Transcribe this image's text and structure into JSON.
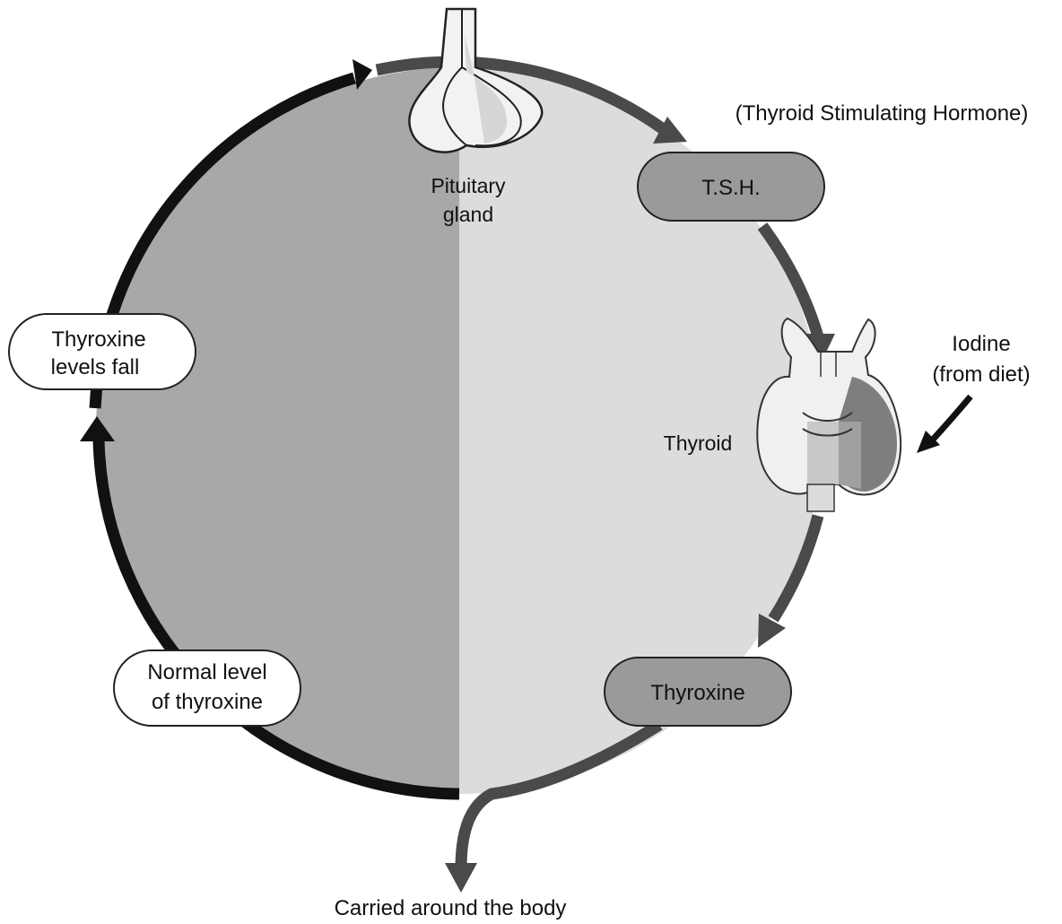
{
  "labels": {
    "pituitary_line1": "Pituitary",
    "pituitary_line2": "gland",
    "tsh_full": "(Thyroid Stimulating Hormone)",
    "tsh": "T.S.H.",
    "iodine_line1": "Iodine",
    "iodine_line2": "(from diet)",
    "thyroid": "Thyroid",
    "thyroxine": "Thyroxine",
    "carried": "Carried around the body",
    "normal_line1": "Normal level",
    "normal_line2": "of thyroxine",
    "fall_line1": "Thyroxine",
    "fall_line2": "levels fall"
  },
  "colors": {
    "left_half": "#a8a8a8",
    "right_half": "#dcdcdc",
    "black_arrow": "#111111",
    "grey_arrow": "#4a4a4a",
    "dark_box": "#9a9a9a",
    "white_box": "#ffffff"
  },
  "icons": {
    "pituitary": "pituitary-gland-icon",
    "thyroid": "thyroid-gland-icon"
  }
}
